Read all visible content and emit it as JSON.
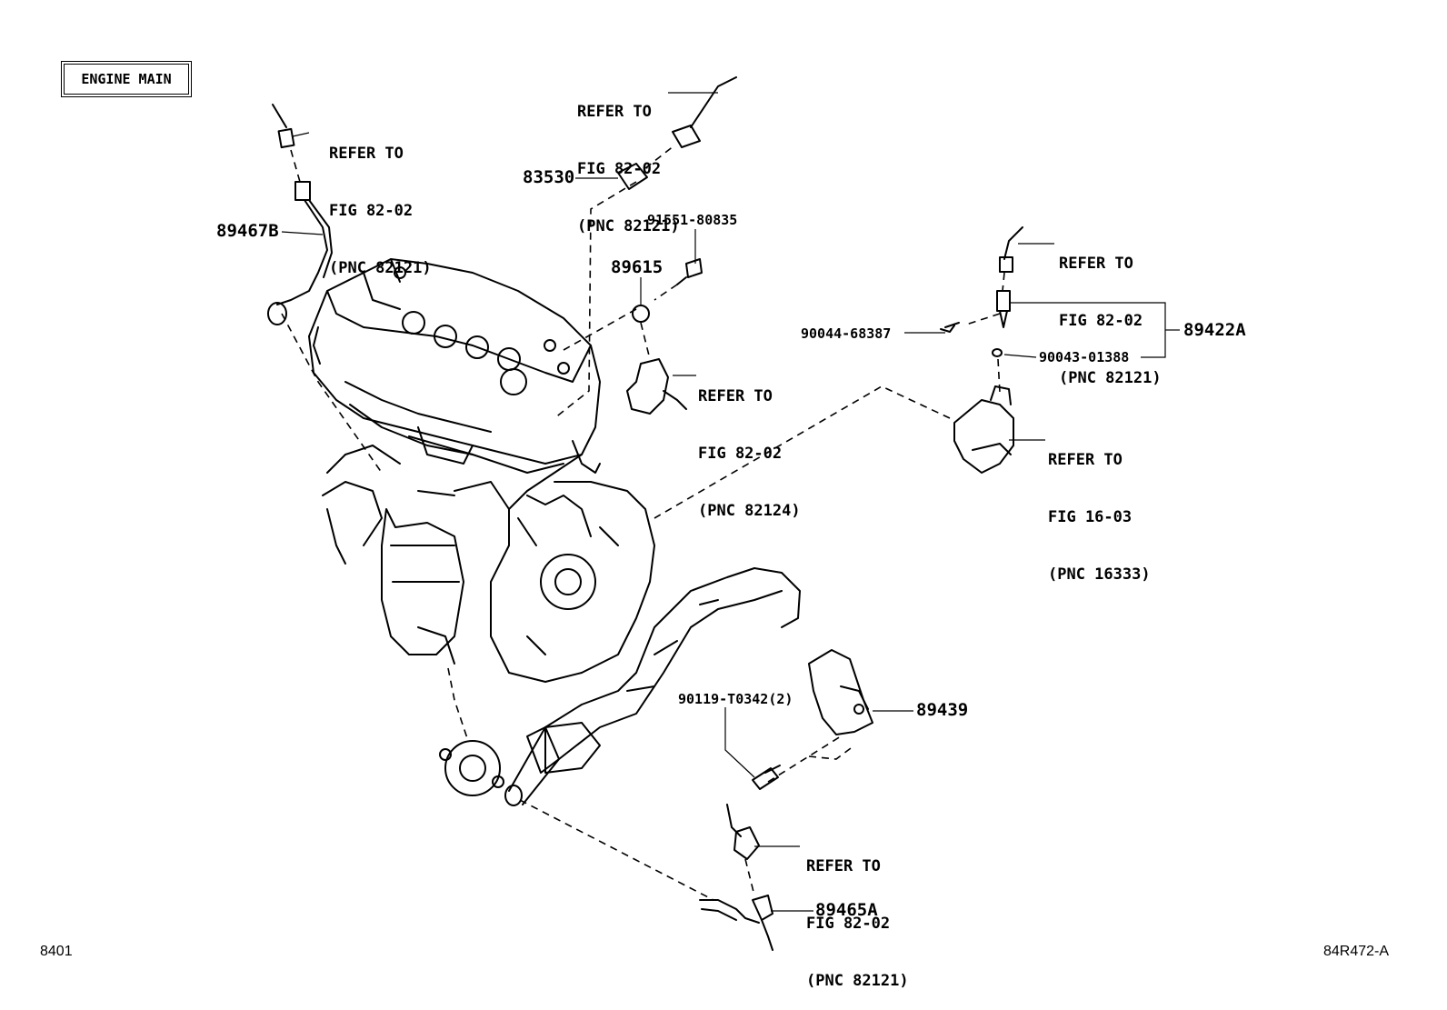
{
  "header": {
    "section_label": "ENGINE MAIN"
  },
  "callouts": [
    {
      "id": "ref1",
      "lines": [
        "REFER TO",
        "FIG 82-02",
        "(PNC 82121)"
      ]
    },
    {
      "id": "ref2",
      "lines": [
        "REFER TO",
        "FIG 82-02",
        "(PNC 82121)"
      ]
    },
    {
      "id": "ref3",
      "lines": [
        "REFER TO",
        "FIG 82-02",
        "(PNC 82121)"
      ]
    },
    {
      "id": "ref4",
      "lines": [
        "REFER TO",
        "FIG 82-02",
        "(PNC 82124)"
      ]
    },
    {
      "id": "ref5",
      "lines": [
        "REFER TO",
        "FIG 16-03",
        "(PNC 16333)"
      ]
    },
    {
      "id": "ref6",
      "lines": [
        "REFER TO",
        "FIG 82-02",
        "(PNC 82121)"
      ]
    }
  ],
  "parts": {
    "p83530": "83530",
    "p89467B": "89467B",
    "p91551": "91551-80835",
    "p89615": "89615",
    "p89422A": "89422A",
    "p90044": "90044-68387",
    "p90043": "90043-01388",
    "p90119": "90119-T0342(2)",
    "p89439": "89439",
    "p89465A": "89465A"
  },
  "footer": {
    "page_code": "8401",
    "figure_code": "84R472-A"
  }
}
